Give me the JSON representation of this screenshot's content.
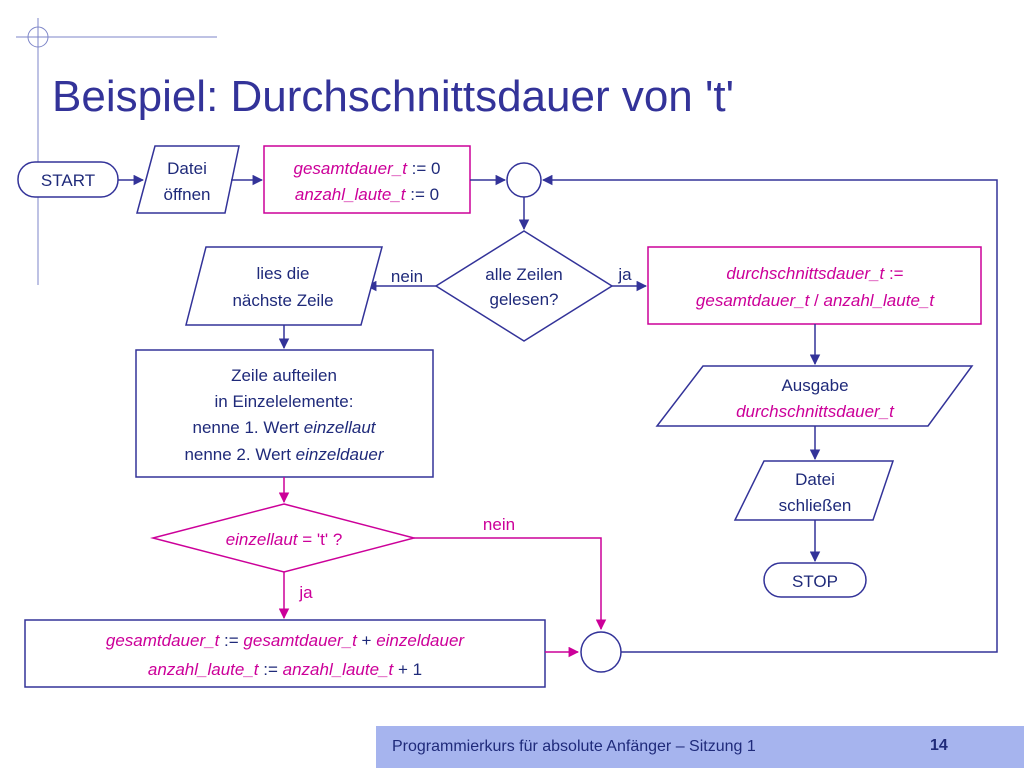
{
  "title": "Beispiel: Durchschnittsdauer von 't'",
  "flow": {
    "start": "START",
    "open_file": [
      "Datei",
      "öffnen"
    ],
    "init": [
      {
        "var": "gesamtdauer_t",
        "op": " := 0"
      },
      {
        "var": "anzahl_laute_t",
        "op": " := 0"
      }
    ],
    "decision_lines": [
      "alle Zeilen",
      "gelesen?"
    ],
    "label_nein": "nein",
    "label_ja": "ja",
    "read_line": [
      "lies die",
      "nächste Zeile"
    ],
    "split": {
      "line1": "Zeile aufteilen",
      "line2": "in Einzelelemente:",
      "line3_prefix": "nenne 1. Wert ",
      "line3_var": "einzellaut",
      "line4_prefix": "nenne 2. Wert ",
      "line4_var": "einzeldauer"
    },
    "decision_t": {
      "var": "einzellaut",
      "rest": " = 't' ?"
    },
    "label_nein2": "nein",
    "label_ja2": "ja",
    "update": {
      "l1_a": "gesamtdauer_t",
      "l1_b": " := ",
      "l1_c": "gesamtdauer_t",
      "l1_d": " + ",
      "l1_e": "einzeldauer",
      "l2_a": "anzahl_laute_t",
      "l2_b": " := ",
      "l2_c": "anzahl_laute_t",
      "l2_d": " + 1"
    },
    "compute": {
      "l1_var": "durchschnittsdauer_t",
      "l1_op": " :=",
      "l2_a": "gesamtdauer_t",
      "l2_b": " / ",
      "l2_c": "anzahl_laute_t"
    },
    "output": {
      "label": "Ausgabe",
      "var": "durchschnittsdauer_t"
    },
    "close_file": [
      "Datei",
      "schließen"
    ],
    "stop": "STOP"
  },
  "footer": {
    "text": "Programmierkurs für absolute Anfänger – Sitzung 1",
    "page": "14"
  },
  "colors": {
    "title": "#333399",
    "outline_blue": "#333399",
    "magenta": "#cc0099",
    "footer_bg": "#a6b4ee"
  }
}
